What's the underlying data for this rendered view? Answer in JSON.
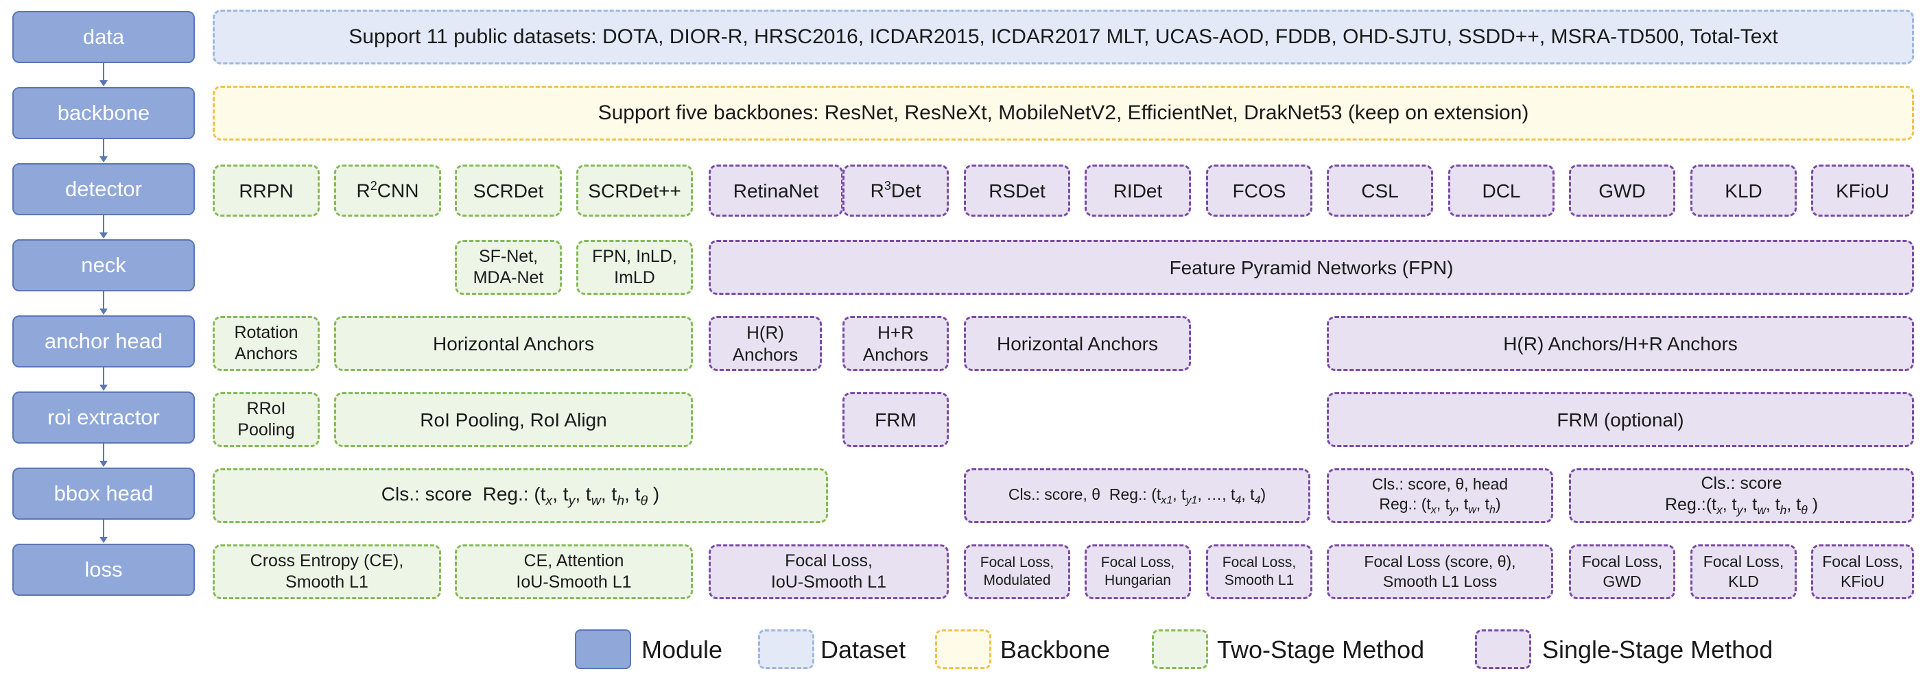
{
  "modules": [
    "data",
    "backbone",
    "detector",
    "neck",
    "anchor head",
    "roi extractor",
    "bbox head",
    "loss"
  ],
  "data_row": "Support 11 public datasets: DOTA, DIOR-R, HRSC2016, ICDAR2015, ICDAR2017 MLT, UCAS-AOD, FDDB, OHD-SJTU, SSDD++, MSRA-TD500, Total-Text",
  "backbone_row": "Support five backbones: ResNet, ResNeXt, MobileNetV2, EfficientNet, DrakNet53 (keep on extension)",
  "detector": {
    "rrpn": "RRPN",
    "r2cnn_pre": "R",
    "r2cnn_sup": "2",
    "r2cnn_post": "CNN",
    "scrdet": "SCRDet",
    "scrdetpp": "SCRDet++",
    "retinanet": "RetinaNet",
    "r3det_pre": "R",
    "r3det_sup": "3",
    "r3det_post": "Det",
    "rsdet": "RSDet",
    "ridet": "RIDet",
    "fcos": "FCOS",
    "csl": "CSL",
    "dcl": "DCL",
    "gwd": "GWD",
    "kld": "KLD",
    "kfiou": "KFioU"
  },
  "neck": {
    "sfnet_1": "SF-Net,",
    "sfnet_2": "MDA-Net",
    "fpn_1": "FPN, InLD,",
    "fpn_2": "ImLD",
    "fpn_full": "Feature Pyramid Networks (FPN)"
  },
  "anchor_head": {
    "rot_1": "Rotation",
    "rot_2": "Anchors",
    "horiz_two": "Horizontal Anchors",
    "hr_1": "H(R)",
    "hr_2": "Anchors",
    "hpr_1": "H+R",
    "hpr_2": "Anchors",
    "horiz_single": "Horizontal Anchors",
    "hr_hpr": "H(R) Anchors/H+R Anchors"
  },
  "roi_extractor": {
    "rroi_1": "RRoI",
    "rroi_2": "Pooling",
    "roi_pool": "RoI Pooling, RoI Align",
    "frm": "FRM",
    "frm_opt": "FRM (optional)"
  },
  "bbox_head": {
    "two_cls": "Cls.: score",
    "two_reg": "Reg.: (t<sub>x</sub>, t<sub>y</sub>, t<sub>w</sub>, t<sub>h</sub>, t<sub>θ</sub> )",
    "mid_cls": "Cls.: score, θ",
    "mid_reg": "Reg.: (t<sub>x1</sub>, t<sub>y1</sub>, …, t<sub>4</sub>, t<sub>4</sub>)",
    "r_line1": "Cls.: score, θ, head",
    "r_line2": "Reg.: (t<sub>x</sub>, t<sub>y</sub>, t<sub>w</sub>, t<sub>h</sub>)",
    "rr_line1": "Cls.: score",
    "rr_line2": "Reg.:(t<sub>x</sub>, t<sub>y</sub>, t<sub>w</sub>, t<sub>h</sub>, t<sub>θ</sub> )"
  },
  "loss": {
    "ce_1": "Cross Entropy (CE),",
    "ce_2": "Smooth L1",
    "att_1": "CE, Attention",
    "att_2": "IoU-Smooth L1",
    "focal_1": "Focal Loss,",
    "focal_2": "IoU-Smooth L1",
    "mod_1": "Focal Loss,",
    "mod_2": "Modulated",
    "hun_1": "Focal Loss,",
    "hun_2": "Hungarian",
    "sl1_1": "Focal Loss,",
    "sl1_2": "Smooth L1",
    "fst_1": "Focal Loss (score, θ),",
    "fst_2": "Smooth L1 Loss",
    "gwd_1": "Focal Loss,",
    "gwd_2": "GWD",
    "kld_1": "Focal Loss,",
    "kld_2": "KLD",
    "kfiou_1": "Focal Loss,",
    "kfiou_2": "KFioU"
  },
  "legend": {
    "module": "Module",
    "dataset": "Dataset",
    "backbone": "Backbone",
    "two_stage": "Two-Stage Method",
    "single_stage": "Single-Stage Method"
  },
  "colors": {
    "module": "#8fa7d9",
    "dataset": "#e3e9f6",
    "backbone": "#fefbe8",
    "two_stage": "#edf5e7",
    "single_stage": "#e7e1f1"
  }
}
